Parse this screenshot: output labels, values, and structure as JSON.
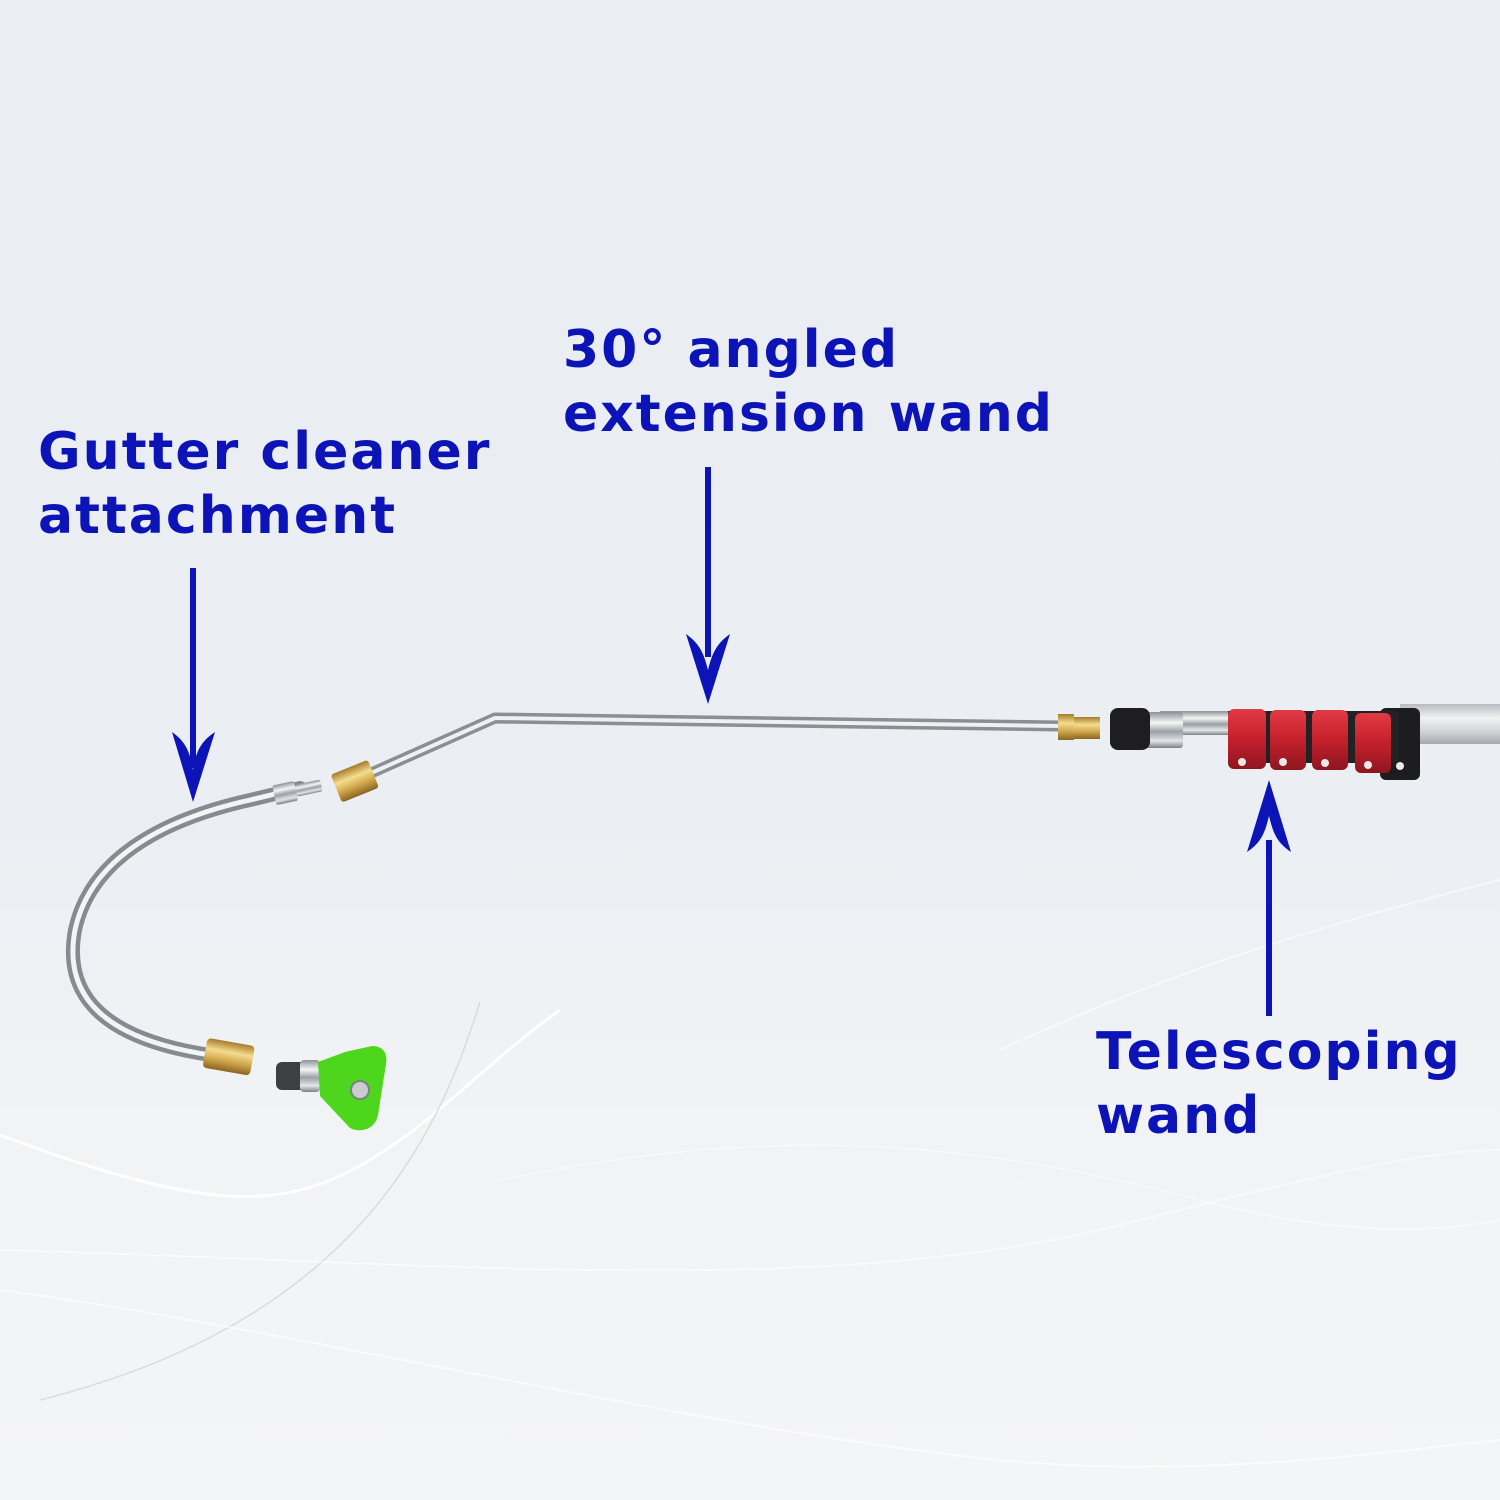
{
  "image": {
    "description": "Product diagram of pressure washer gutter cleaning kit with labeled parts",
    "background_color": "#ebeff3",
    "label_color": "#0c14b8",
    "arrow_color": "#0c14b8"
  },
  "labels": {
    "gutter_cleaner": {
      "line1": "Gutter cleaner",
      "line2": "attachment"
    },
    "angled_wand": {
      "line1": "30° angled",
      "line2": "extension wand"
    },
    "telescoping_wand": {
      "line1": "Telescoping",
      "line2": "wand"
    }
  },
  "parts": {
    "nozzle_tip_color": "#4ed61c",
    "brass_fitting_color": "#d9b45a",
    "clamp_color": "#c8202e",
    "pole_color": "#d9dcdf"
  }
}
